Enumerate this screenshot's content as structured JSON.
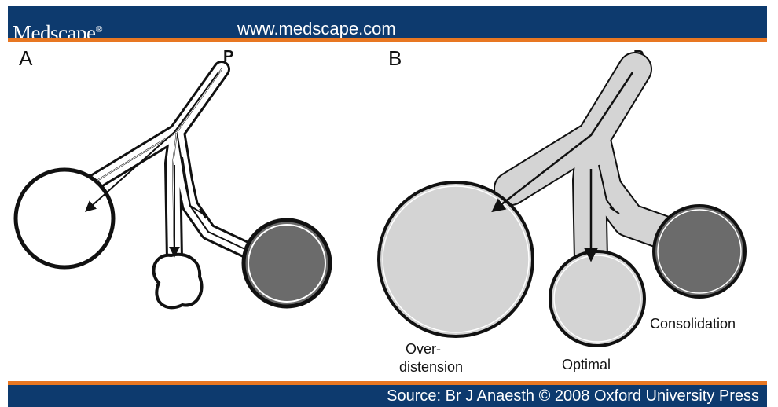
{
  "header": {
    "brand": "Medscape",
    "brand_mark": "®",
    "url": "www.medscape.com"
  },
  "panels": {
    "a_label": "A",
    "a_pressure": "P",
    "b_label": "B",
    "b_pressure": "P"
  },
  "labels": {
    "over_line1": "Over-",
    "over_line2": "distension",
    "optimal": "Optimal",
    "consolidation": "Consolidation"
  },
  "footer": {
    "source": "Source: Br J Anaesth © 2008 Oxford University Press"
  },
  "colors": {
    "header_bg": "#0d3a6e",
    "accent": "#e87722",
    "airway_fill": "#d4d4d4",
    "consolidated": "#6b6b6b"
  }
}
